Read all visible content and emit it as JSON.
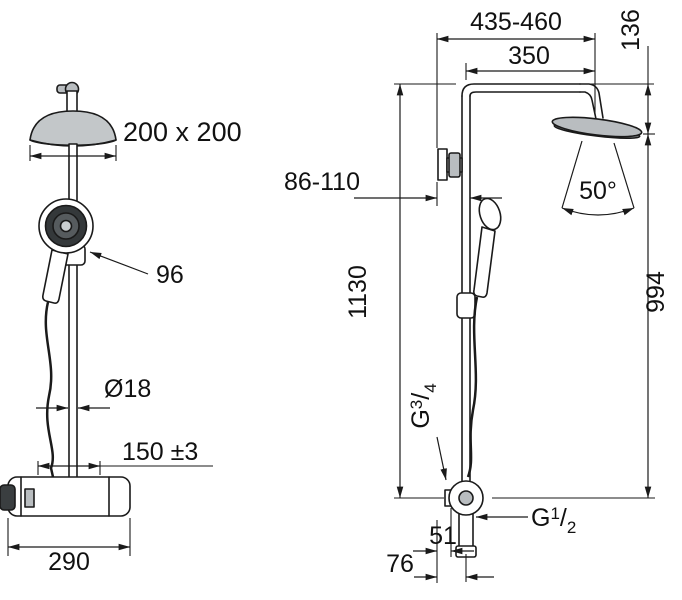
{
  "drawing": {
    "front_view": {
      "head_dimensions": "200 x 200",
      "hand_shower_diameter": "96",
      "bar_diameter": "Ø18",
      "connection_spacing": "150 ±3",
      "mixer_width": "290"
    },
    "side_view": {
      "projection_range": "435-460",
      "head_drop_height": "136",
      "arm_projection": "350",
      "wall_distance_range": "86-110",
      "spray_angle": "50°",
      "column_height": "1130",
      "head_height": "994",
      "supply_offset": "51",
      "outlet_offset": "76",
      "supply_thread": {
        "prefix": "G",
        "numerator": "3",
        "slash": "/",
        "denominator": "4"
      },
      "outlet_thread": {
        "prefix": "G",
        "numerator": "1",
        "slash": "/",
        "denominator": "2"
      }
    },
    "colors": {
      "line": "#1a1a1a",
      "metal_light": "#b9bdc0",
      "metal_mid": "#8e9294",
      "metal_dark": "#3a3e40",
      "background": "#ffffff"
    }
  }
}
